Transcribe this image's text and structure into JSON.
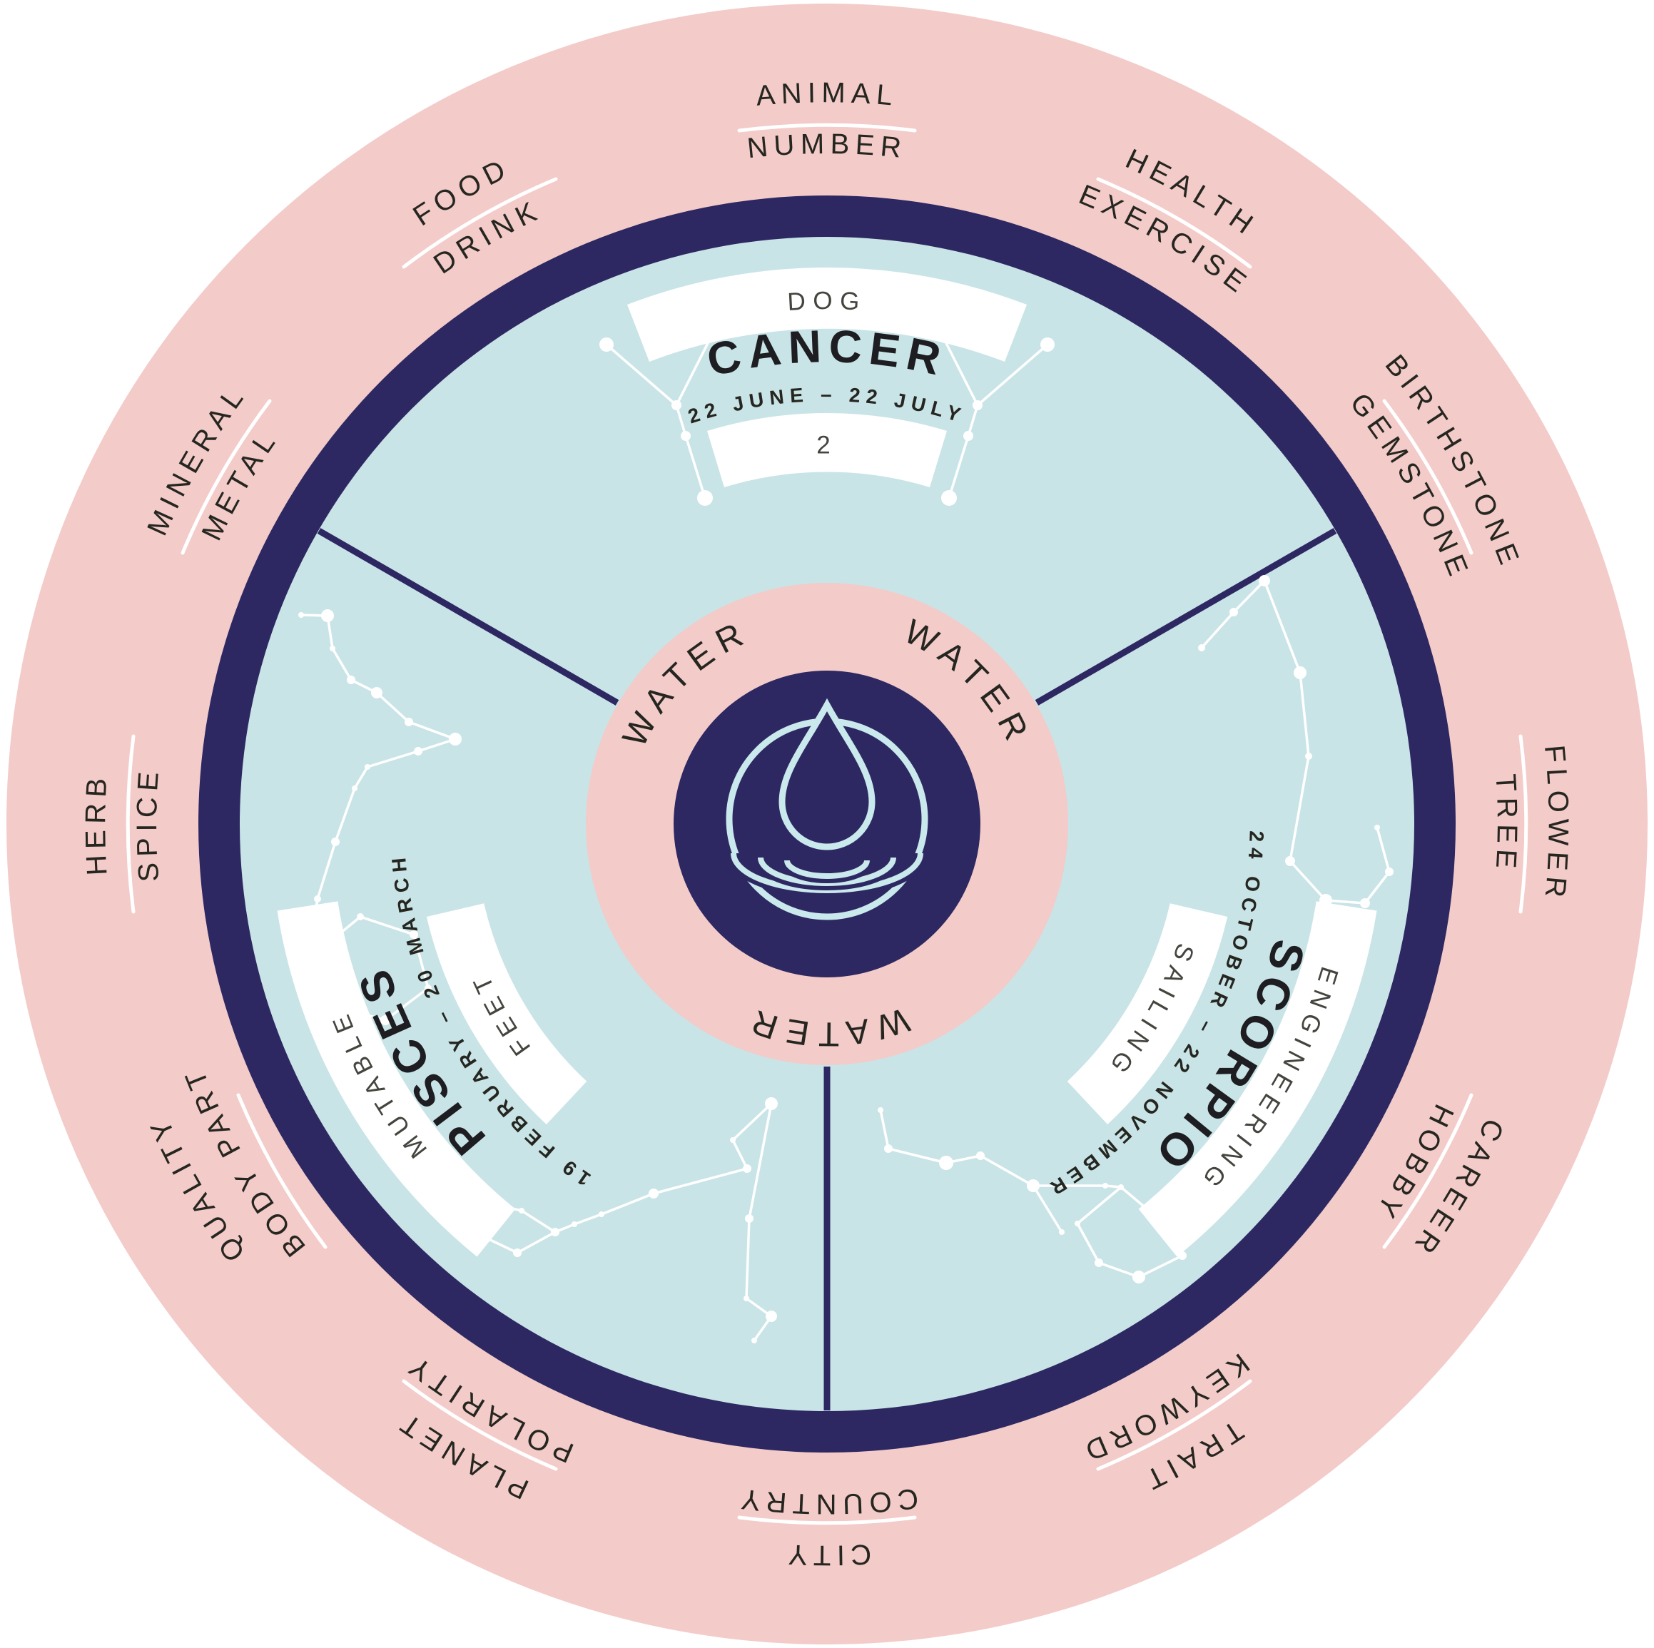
{
  "wheel": {
    "element_name": "WATER",
    "center_icon": "water-drop-icon",
    "water_labels": [
      "WATER",
      "WATER",
      "WATER"
    ],
    "colors": {
      "outer_ring_pink": "#f3cbc9",
      "navy": "#2d2862",
      "inner_light_blue": "#c9e4e7",
      "icon_light_blue": "#c9e9ec",
      "band_white": "#ffffff",
      "text_dark": "#262620"
    },
    "outer_categories": [
      {
        "outer": "ANIMAL",
        "inner": "NUMBER"
      },
      {
        "outer": "HEALTH",
        "inner": "EXERCISE"
      },
      {
        "outer": "BIRTHSTONE",
        "inner": "GEMSTONE"
      },
      {
        "outer": "FLOWER",
        "inner": "TREE"
      },
      {
        "outer": "CAREER",
        "inner": "HOBBY"
      },
      {
        "outer": "TRAIT",
        "inner": "KEYWORD"
      },
      {
        "outer": "CITY",
        "inner": "COUNTRY"
      },
      {
        "outer": "PLANET",
        "inner": "POLARITY"
      },
      {
        "outer": "QUALITY",
        "inner": "BODY PART"
      },
      {
        "outer": "HERB",
        "inner": "SPICE"
      },
      {
        "outer": "MINERAL",
        "inner": "METAL"
      },
      {
        "outer": "FOOD",
        "inner": "DRINK"
      }
    ],
    "signs": [
      {
        "name": "CANCER",
        "dates": "22 JUNE – 22 JULY",
        "outer_value": "DOG",
        "inner_value": "2"
      },
      {
        "name": "SCORPIO",
        "dates": "24 OCTOBER – 22 NOVEMBER",
        "outer_value": "ENGINEERING",
        "inner_value": "SAILING"
      },
      {
        "name": "PISCES",
        "dates": "19 FEBRUARY – 20 MARCH",
        "outer_value": "MUTABLE",
        "inner_value": "FEET"
      }
    ]
  },
  "decor": {
    "constellations": [
      {
        "name": "constellation-cancer-west",
        "points": [
          [
            994,
            477,
            4
          ],
          [
            850,
            483,
            10
          ],
          [
            948,
            568,
            7
          ],
          [
            961,
            611,
            7
          ],
          [
            988,
            698,
            11
          ]
        ],
        "edges": [
          [
            0,
            2
          ],
          [
            1,
            2
          ],
          [
            2,
            3
          ],
          [
            3,
            4
          ]
        ]
      },
      {
        "name": "constellation-cancer-east",
        "points": [
          [
            1324,
            477,
            4
          ],
          [
            1468,
            483,
            10
          ],
          [
            1370,
            568,
            7
          ],
          [
            1357,
            611,
            7
          ],
          [
            1330,
            698,
            11
          ]
        ],
        "edges": [
          [
            0,
            2
          ],
          [
            1,
            2
          ],
          [
            2,
            3
          ],
          [
            3,
            4
          ]
        ]
      },
      {
        "name": "constellation-scorpio",
        "points": [
          [
            1684,
            908,
            5
          ],
          [
            1729,
            858,
            6
          ],
          [
            1772,
            814,
            8
          ],
          [
            1822,
            943,
            9
          ],
          [
            1834,
            1060,
            5
          ],
          [
            1808,
            1207,
            7
          ],
          [
            1858,
            1262,
            9
          ],
          [
            1913,
            1266,
            7
          ],
          [
            1947,
            1222,
            6
          ],
          [
            1930,
            1160,
            4
          ]
        ],
        "edges": [
          [
            0,
            1
          ],
          [
            1,
            2
          ],
          [
            2,
            3
          ],
          [
            3,
            4
          ],
          [
            4,
            5
          ],
          [
            5,
            6
          ],
          [
            6,
            7
          ],
          [
            7,
            8
          ],
          [
            8,
            9
          ]
        ]
      },
      {
        "name": "constellation-scorpio-tail",
        "points": [
          [
            1234,
            1556,
            4
          ],
          [
            1245,
            1610,
            6
          ],
          [
            1326,
            1630,
            10
          ],
          [
            1374,
            1620,
            6
          ],
          [
            1448,
            1662,
            9
          ],
          [
            1488,
            1727,
            4
          ],
          [
            1549,
            1662,
            4
          ],
          [
            1571,
            1664,
            4
          ],
          [
            1634,
            1717,
            9
          ],
          [
            1657,
            1760,
            6
          ],
          [
            1596,
            1790,
            9
          ],
          [
            1540,
            1770,
            6
          ],
          [
            1510,
            1715,
            4
          ]
        ],
        "edges": [
          [
            0,
            1
          ],
          [
            1,
            2
          ],
          [
            2,
            3
          ],
          [
            3,
            4
          ],
          [
            4,
            5
          ],
          [
            4,
            6
          ],
          [
            6,
            7
          ],
          [
            7,
            8
          ],
          [
            8,
            9
          ],
          [
            9,
            10
          ],
          [
            10,
            11
          ],
          [
            11,
            12
          ],
          [
            12,
            7
          ]
        ]
      },
      {
        "name": "constellation-pisces-north",
        "points": [
          [
            422,
            862,
            4
          ],
          [
            459,
            863,
            9
          ],
          [
            466,
            909,
            4
          ],
          [
            492,
            953,
            6
          ],
          [
            528,
            971,
            8
          ],
          [
            573,
            1012,
            6
          ],
          [
            638,
            1036,
            9
          ],
          [
            586,
            1053,
            6
          ],
          [
            515,
            1075,
            4
          ],
          [
            497,
            1105,
            4
          ],
          [
            470,
            1180,
            6
          ],
          [
            445,
            1260,
            5
          ],
          [
            432,
            1345,
            8
          ],
          [
            470,
            1410,
            5
          ],
          [
            540,
            1430,
            7
          ],
          [
            600,
            1385,
            5
          ],
          [
            580,
            1310,
            6
          ],
          [
            505,
            1285,
            5
          ]
        ],
        "edges": [
          [
            0,
            1
          ],
          [
            1,
            2
          ],
          [
            2,
            3
          ],
          [
            3,
            4
          ],
          [
            4,
            5
          ],
          [
            5,
            6
          ],
          [
            6,
            7
          ],
          [
            7,
            8
          ],
          [
            8,
            9
          ],
          [
            9,
            10
          ],
          [
            10,
            11
          ],
          [
            11,
            12
          ],
          [
            12,
            13
          ],
          [
            13,
            14
          ],
          [
            14,
            15
          ],
          [
            15,
            16
          ],
          [
            16,
            17
          ],
          [
            17,
            12
          ]
        ]
      },
      {
        "name": "constellation-pisces-south",
        "points": [
          [
            1081,
            1547,
            9
          ],
          [
            1027,
            1598,
            4
          ],
          [
            1047,
            1638,
            6
          ],
          [
            916,
            1673,
            7
          ],
          [
            843,
            1702,
            4
          ],
          [
            805,
            1716,
            4
          ],
          [
            778,
            1727,
            6
          ],
          [
            725,
            1756,
            6
          ],
          [
            683,
            1736,
            4
          ],
          [
            667,
            1703,
            8
          ],
          [
            692,
            1688,
            4
          ],
          [
            731,
            1697,
            4
          ],
          [
            1050,
            1708,
            6
          ],
          [
            1046,
            1820,
            4
          ],
          [
            1081,
            1845,
            8
          ],
          [
            1057,
            1879,
            4
          ]
        ],
        "edges": [
          [
            0,
            1
          ],
          [
            1,
            2
          ],
          [
            2,
            3
          ],
          [
            3,
            4
          ],
          [
            4,
            5
          ],
          [
            5,
            6
          ],
          [
            6,
            7
          ],
          [
            7,
            8
          ],
          [
            8,
            9
          ],
          [
            9,
            10
          ],
          [
            10,
            11
          ],
          [
            11,
            6
          ],
          [
            0,
            12
          ],
          [
            12,
            13
          ],
          [
            13,
            14
          ],
          [
            14,
            15
          ]
        ]
      }
    ]
  }
}
